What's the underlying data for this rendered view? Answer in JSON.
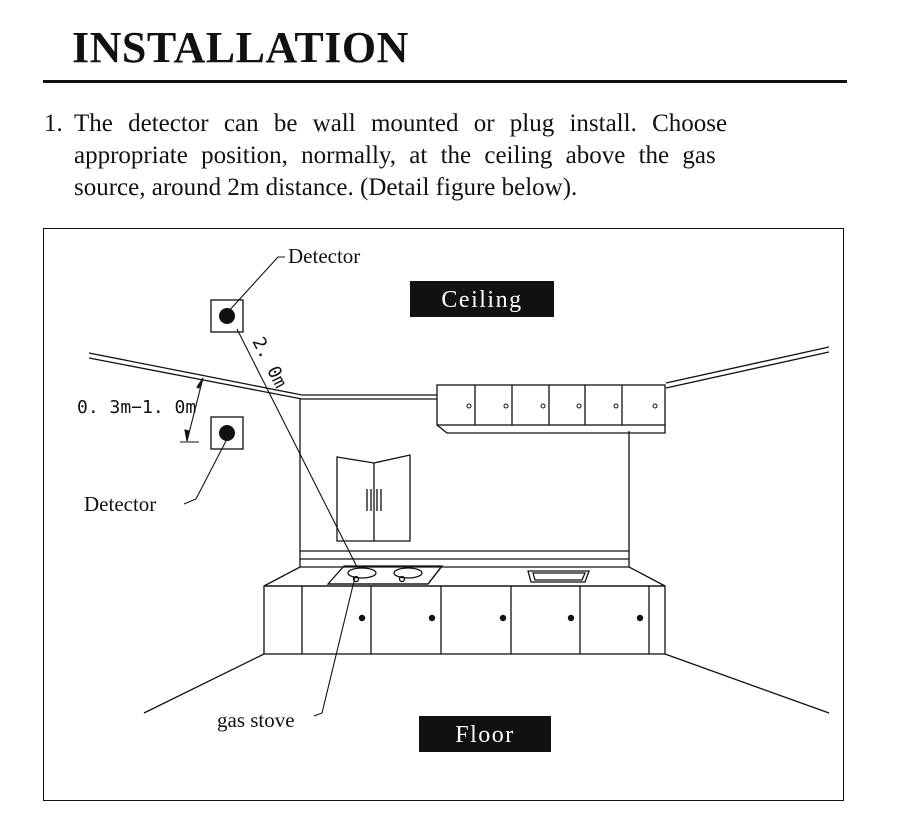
{
  "title": "INSTALLATION",
  "step": {
    "number": "1.",
    "lines": [
      "The  detector can  be wall  mounted or  plug install. Choose",
      "appropriate position,  normally,  at the ceiling above the gas",
      "source, around 2m distance. (Detail figure below)."
    ]
  },
  "figure": {
    "ceiling_label": "Ceiling",
    "floor_label": "Floor",
    "detector_label": "Detector",
    "distance_label": "2. 0m",
    "height_range_label": "0. 3m−1. 0m",
    "gas_stove_label": "gas stove"
  }
}
